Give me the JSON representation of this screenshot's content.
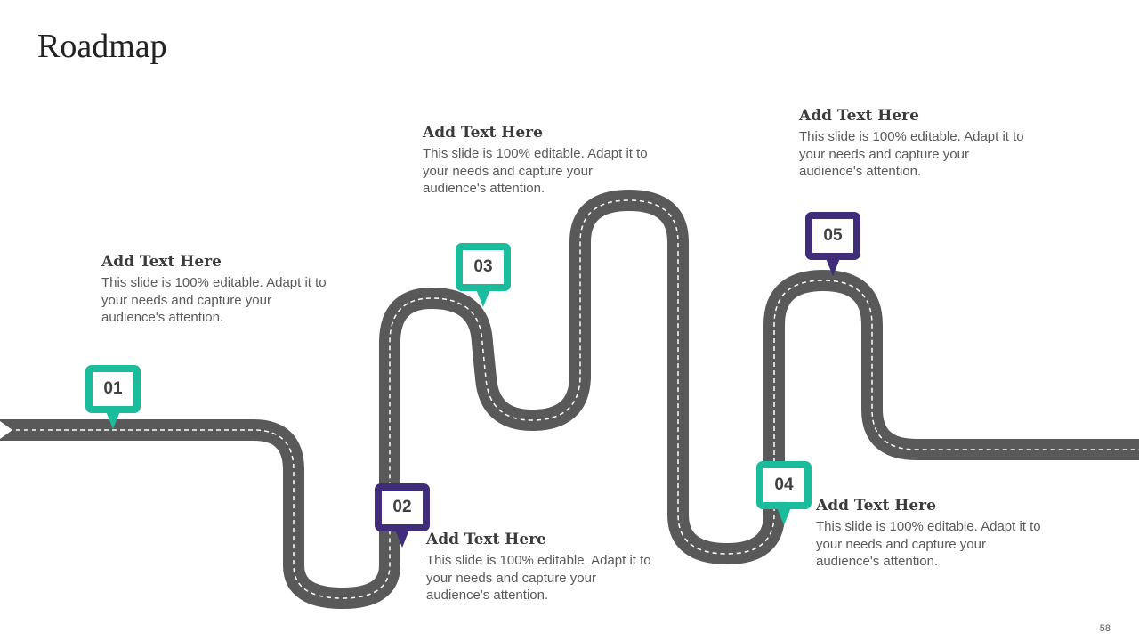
{
  "title": "Roadmap",
  "colors": {
    "road": "#595959",
    "dash": "#ffffff",
    "green": "#1abc9c",
    "purple": "#3f2d7a"
  },
  "blocks": [
    {
      "heading": "Add Text Here",
      "body": "This slide is 100% editable. Adapt it to your needs and capture your audience's attention."
    },
    {
      "heading": "Add Text Here",
      "body": "This slide is 100% editable. Adapt it to your needs and capture your audience's attention."
    },
    {
      "heading": "Add Text Here",
      "body": "This slide is 100% editable. Adapt it to your needs and capture your audience's attention."
    },
    {
      "heading": "Add Text Here",
      "body": "This slide is 100% editable. Adapt it to your needs and capture your audience's attention."
    },
    {
      "heading": "Add Text Here",
      "body": "This slide is 100% editable. Adapt it to your needs and capture your audience's attention."
    }
  ],
  "markers": [
    {
      "label": "01",
      "color": "green"
    },
    {
      "label": "02",
      "color": "purple"
    },
    {
      "label": "03",
      "color": "green"
    },
    {
      "label": "04",
      "color": "green"
    },
    {
      "label": "05",
      "color": "purple"
    }
  ],
  "page_number": "58"
}
